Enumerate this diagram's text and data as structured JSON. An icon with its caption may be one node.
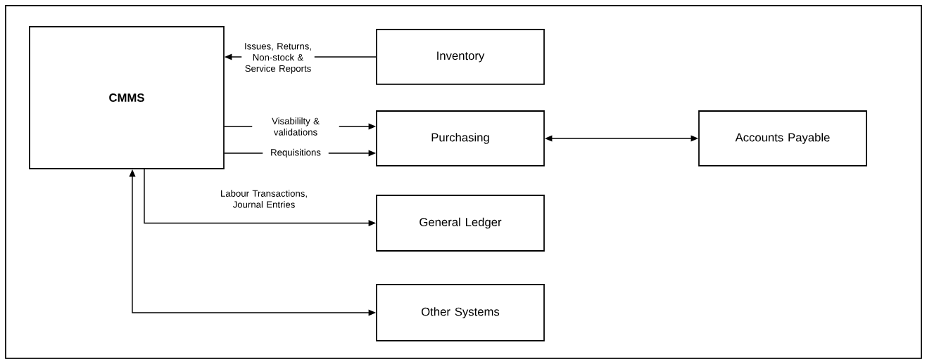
{
  "diagram": {
    "nodes": [
      {
        "text": [
          "CMMS"
        ]
      },
      {
        "text": [
          "Inventory"
        ]
      },
      {
        "text": [
          "Purchasing"
        ]
      },
      {
        "text": [
          "Accounts Payable"
        ]
      },
      {
        "text": [
          "General Ledger"
        ]
      },
      {
        "text": [
          "Other Systems"
        ]
      }
    ],
    "edges": [
      {
        "from": 1,
        "to": 0,
        "arrow": "to",
        "label": "Issues, Returns, Non-stock & Service Reports"
      },
      {
        "from": 0,
        "to": 2,
        "arrow": "to",
        "label": "Visabililty & validations"
      },
      {
        "from": 0,
        "to": 2,
        "arrow": "to",
        "label": "Requisitions"
      },
      {
        "from": 2,
        "to": 3,
        "arrow": "both"
      },
      {
        "from": 0,
        "to": 4,
        "arrow": "to",
        "label": "Labour Transactions, Journal Entries"
      },
      {
        "from": 0,
        "to": 5,
        "arrow": "both"
      }
    ]
  }
}
